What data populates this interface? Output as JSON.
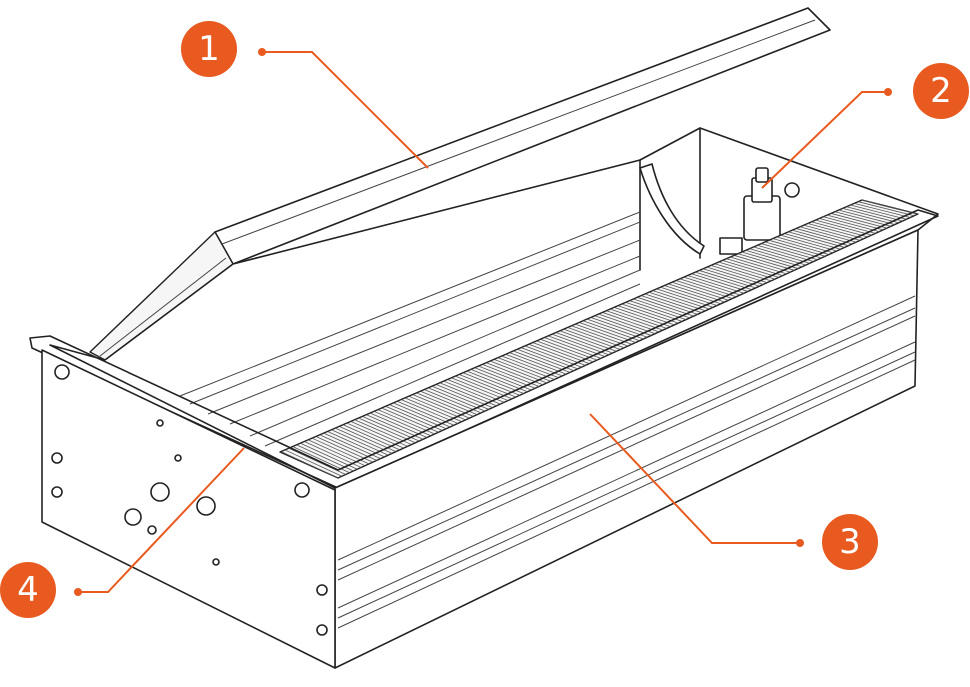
{
  "colors": {
    "accent": "#e85a1f",
    "line": "#222222"
  },
  "callouts": [
    {
      "label": "1"
    },
    {
      "label": "2"
    },
    {
      "label": "3"
    },
    {
      "label": "4"
    }
  ]
}
